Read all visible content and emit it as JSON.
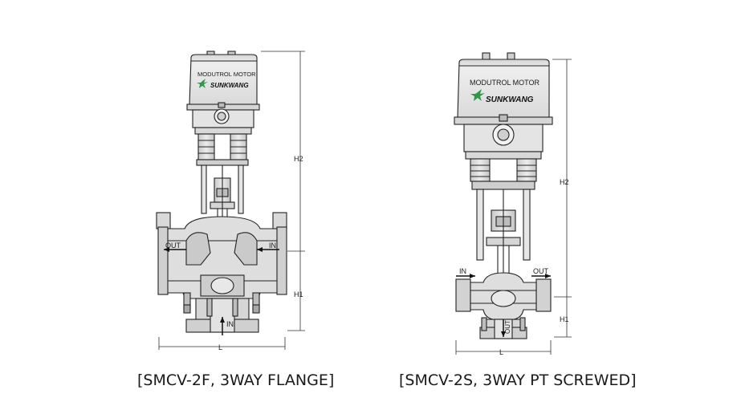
{
  "left_valve": {
    "caption": "[SMCV-2F, 3WAY FLANGE]",
    "motor_label": "MODUTROL MOTOR",
    "brand": "SUNKWANG",
    "port_out": "OUT",
    "port_in_right": "IN",
    "port_in_bottom": "IN",
    "dim_h2": "H2",
    "dim_h1": "H1",
    "dim_l": "L"
  },
  "right_valve": {
    "caption": "[SMCV-2S, 3WAY PT SCREWED]",
    "motor_label": "MODUTROL MOTOR",
    "brand": "SUNKWANG",
    "port_in": "IN",
    "port_out": "OUT",
    "port_out_bottom": "OUT",
    "dim_h2": "H2",
    "dim_h1": "H1",
    "dim_l": "L"
  },
  "colors": {
    "body_fill": "#dcdcdc",
    "motor_fill": "#e2e2e2",
    "outline": "#222222",
    "brand_green": "#2e9a47"
  }
}
